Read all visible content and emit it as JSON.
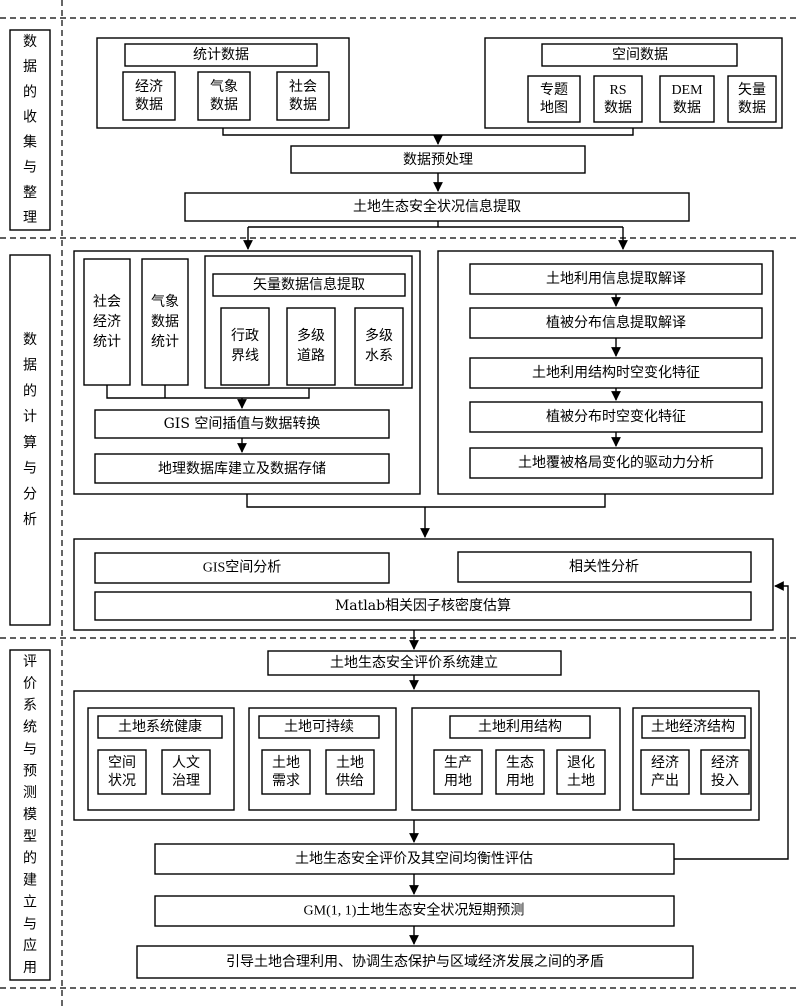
{
  "sections": [
    {
      "label": "数据的收集与整理"
    },
    {
      "label": "数据的计算与分析"
    },
    {
      "label": "评价系统与预测模型的建立与应用"
    }
  ],
  "collection": {
    "statistical": {
      "title": "统计数据",
      "items": [
        "经济数据",
        "气象数据",
        "社会数据"
      ]
    },
    "spatial": {
      "title": "空间数据",
      "items": [
        "专题地图",
        "RS数据",
        "DEM数据",
        "矢量数据"
      ]
    },
    "preprocess": "数据预处理",
    "extract": "土地生态安全状况信息提取"
  },
  "analysis": {
    "left": {
      "social": "社会经济统计",
      "weather": "气象数据统计",
      "vector": {
        "title": "矢量数据信息提取",
        "items": [
          "行政界线",
          "多级道路",
          "多级水系"
        ]
      },
      "gis": "GIS 空间插值与数据转换",
      "db": "地理数据库建立及数据存储"
    },
    "right": {
      "steps": [
        "土地利用信息提取解译",
        "植被分布信息提取解译",
        "土地利用结构时空变化特征",
        "植被分布时空变化特征",
        "土地覆被格局变化的驱动力分析"
      ]
    },
    "merge": {
      "gis_spatial": "GIS空间分析",
      "correlation": "相关性分析",
      "matlab": "Matlab相关因子核密度估算"
    }
  },
  "evaluation": {
    "system": "土地生态安全评价系统建立",
    "groups": [
      {
        "title": "土地系统健康",
        "items": [
          "空间状况",
          "人文治理"
        ]
      },
      {
        "title": "土地可持续",
        "items": [
          "土地需求",
          "土地供给"
        ]
      },
      {
        "title": "土地利用结构",
        "items": [
          "生产用地",
          "生态用地",
          "退化土地"
        ]
      },
      {
        "title": "土地经济结构",
        "items": [
          "经济产出",
          "经济投入"
        ]
      }
    ],
    "assessment": "土地生态安全评价及其空间均衡性评估",
    "forecast": "GM(1, 1)土地生态安全状况短期预测",
    "guide": "引导土地合理利用、协调生态保护与区域经济发展之间的矛盾"
  }
}
